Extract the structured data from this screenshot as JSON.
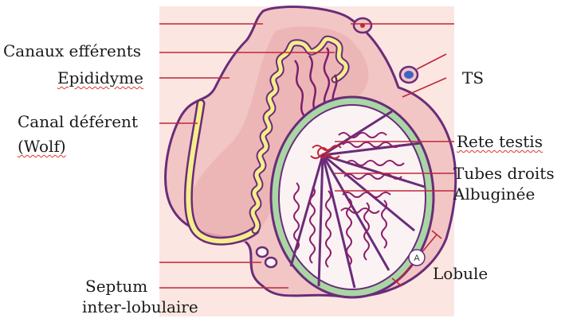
{
  "labels": {
    "canaux_efferents": "Canaux efférents",
    "epididyme": "Epididyme",
    "canal_deferent": "Canal déférent",
    "wolf": "(Wolf)",
    "ts": "TS",
    "rete_testis": "Rete testis",
    "tubes_droits": "Tubes droits",
    "albuginee": "Albuginée",
    "lobule": "Lobule",
    "septum": "Septum",
    "inter_lobulaire": "inter-lobulaire",
    "marker_a": "A"
  },
  "colors": {
    "background_panel": "#fbe6e1",
    "tissue_pink": "#f1c6c4",
    "purple_outline": "#6a2c7a",
    "tubule_purple": "#8c1f6a",
    "tubule_dark": "#5b1c6d",
    "epididymis_yellow": "#f4ee8c",
    "albuginea_green": "#a9d6a5",
    "lobule_fill": "#fbf3f3",
    "pointer_red": "#c0273a",
    "vessel_blue": "#3d63c9"
  }
}
